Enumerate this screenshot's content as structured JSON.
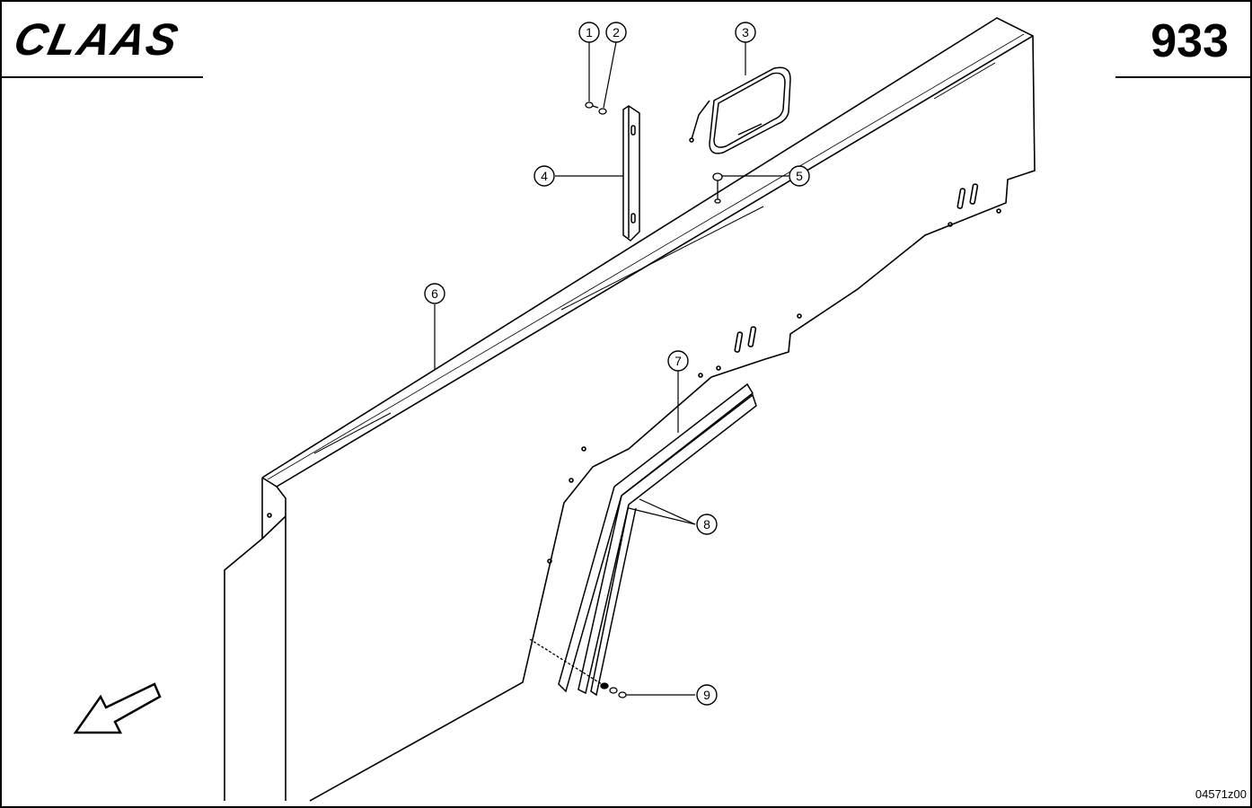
{
  "header": {
    "brand": "CLAAS",
    "page_number": "933"
  },
  "footer": {
    "drawing_id": "04571z00"
  },
  "callouts": [
    {
      "label": "1"
    },
    {
      "label": "2"
    },
    {
      "label": "3"
    },
    {
      "label": "4"
    },
    {
      "label": "5"
    },
    {
      "label": "6"
    },
    {
      "label": "7"
    },
    {
      "label": "8"
    },
    {
      "label": "9"
    }
  ],
  "icons": {
    "direction_arrow": "arrow-down-left-icon"
  }
}
